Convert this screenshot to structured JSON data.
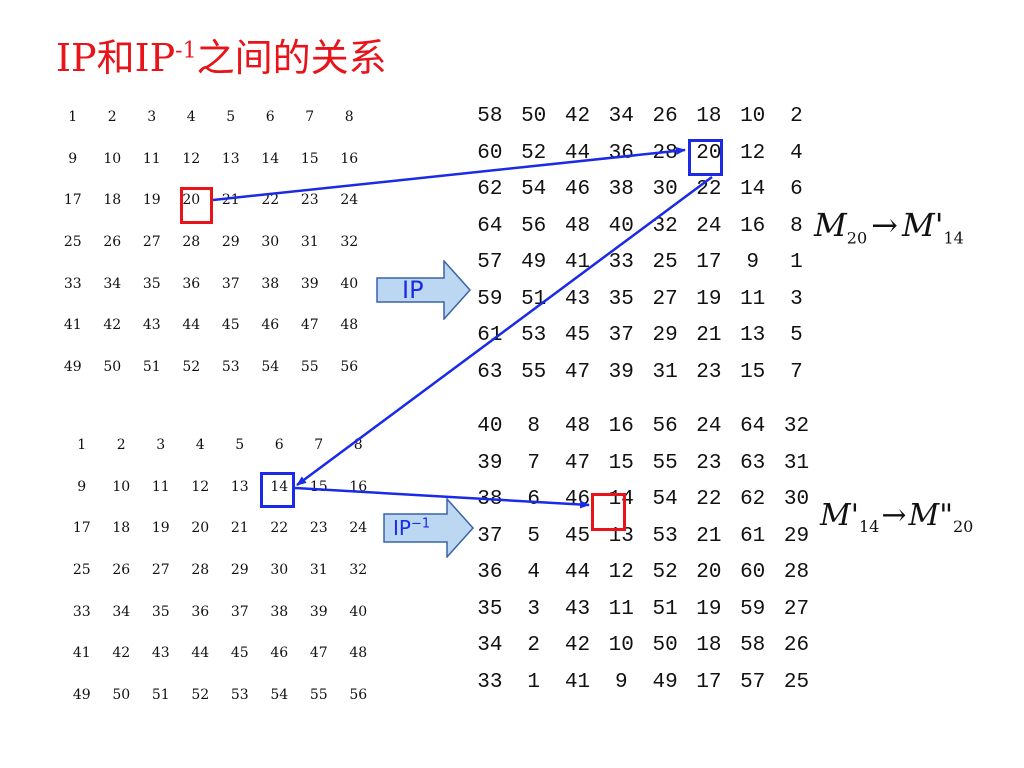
{
  "title": {
    "main": "IP和IP",
    "sup": "-1",
    "rest": "之间的关系"
  },
  "grid_original_top": [
    "1",
    "2",
    "3",
    "4",
    "5",
    "6",
    "7",
    "8",
    "9",
    "10",
    "11",
    "12",
    "13",
    "14",
    "15",
    "16",
    "17",
    "18",
    "19",
    "20",
    "21",
    "22",
    "23",
    "24",
    "25",
    "26",
    "27",
    "28",
    "29",
    "30",
    "31",
    "32",
    "33",
    "34",
    "35",
    "36",
    "37",
    "38",
    "39",
    "40",
    "41",
    "42",
    "43",
    "44",
    "45",
    "46",
    "47",
    "48",
    "49",
    "50",
    "51",
    "52",
    "53",
    "54",
    "55",
    "56"
  ],
  "grid_ip": [
    "58",
    "50",
    "42",
    "34",
    "26",
    "18",
    "10",
    "2",
    "60",
    "52",
    "44",
    "36",
    "28",
    "20",
    "12",
    "4",
    "62",
    "54",
    "46",
    "38",
    "30",
    "22",
    "14",
    "6",
    "64",
    "56",
    "48",
    "40",
    "32",
    "24",
    "16",
    "8",
    "57",
    "49",
    "41",
    "33",
    "25",
    "17",
    "9",
    "1",
    "59",
    "51",
    "43",
    "35",
    "27",
    "19",
    "11",
    "3",
    "61",
    "53",
    "45",
    "37",
    "29",
    "21",
    "13",
    "5",
    "63",
    "55",
    "47",
    "39",
    "31",
    "23",
    "15",
    "7"
  ],
  "grid_original_bottom": [
    "1",
    "2",
    "3",
    "4",
    "5",
    "6",
    "7",
    "8",
    "9",
    "10",
    "11",
    "12",
    "13",
    "14",
    "15",
    "16",
    "17",
    "18",
    "19",
    "20",
    "21",
    "22",
    "23",
    "24",
    "25",
    "26",
    "27",
    "28",
    "29",
    "30",
    "31",
    "32",
    "33",
    "34",
    "35",
    "36",
    "37",
    "38",
    "39",
    "40",
    "41",
    "42",
    "43",
    "44",
    "45",
    "46",
    "47",
    "48",
    "49",
    "50",
    "51",
    "52",
    "53",
    "54",
    "55",
    "56"
  ],
  "grid_ip_inverse": [
    "40",
    "8",
    "48",
    "16",
    "56",
    "24",
    "64",
    "32",
    "39",
    "7",
    "47",
    "15",
    "55",
    "23",
    "63",
    "31",
    "38",
    "6",
    "46",
    "14",
    "54",
    "22",
    "62",
    "30",
    "37",
    "5",
    "45",
    "13",
    "53",
    "21",
    "61",
    "29",
    "36",
    "4",
    "44",
    "12",
    "52",
    "20",
    "60",
    "28",
    "35",
    "3",
    "43",
    "11",
    "51",
    "19",
    "59",
    "27",
    "34",
    "2",
    "42",
    "10",
    "50",
    "18",
    "58",
    "26",
    "33",
    "1",
    "41",
    "9",
    "49",
    "17",
    "57",
    "25"
  ],
  "arrow_ip": {
    "label": "IP"
  },
  "arrow_ip_inverse": {
    "label": "IP",
    "sup": "−1"
  },
  "formula1": {
    "a": "M",
    "a_sub": "20",
    "arrow": "→",
    "b": "M",
    "b_prime": "'",
    "b_sub": "14"
  },
  "formula2": {
    "a": "M",
    "a_prime": "'",
    "a_sub": "14",
    "arrow": "→",
    "b": "M",
    "b_prime": "\"",
    "b_sub": "20"
  },
  "colors": {
    "title": "#e8141a",
    "highlight_red": "#e8141a",
    "highlight_blue": "#1a2ae6",
    "arrow_fill": "#bcd7f2",
    "arrow_stroke": "#3a63a8",
    "arrow_label": "#1a2ae6"
  }
}
